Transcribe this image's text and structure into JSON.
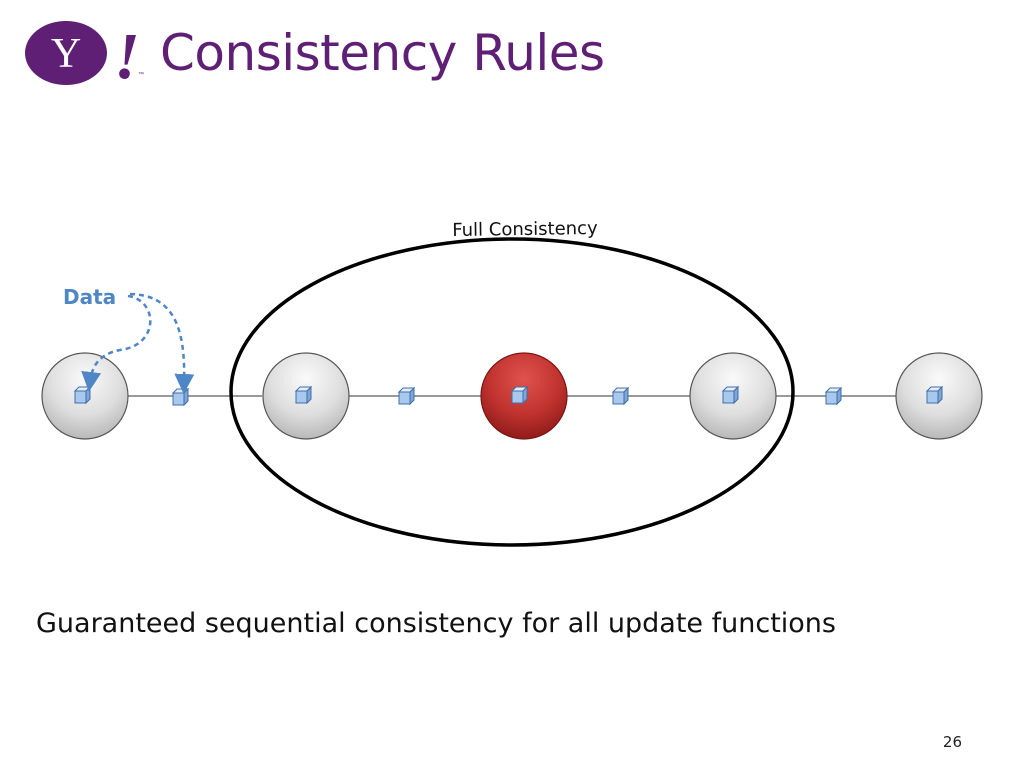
{
  "slide": {
    "title": "Consistency Rules",
    "caption": "Guaranteed sequential consistency for all update functions",
    "page_number": "26"
  },
  "logo": {
    "letter": "Y",
    "exclamation": "!",
    "trademark": "™"
  },
  "diagram": {
    "region_label": "Full Consistency",
    "data_label": "Data",
    "vertices": [
      {
        "id": "v1",
        "role": "neighbor"
      },
      {
        "id": "v2",
        "role": "neighbor"
      },
      {
        "id": "v3",
        "role": "center"
      },
      {
        "id": "v4",
        "role": "neighbor"
      },
      {
        "id": "v5",
        "role": "neighbor"
      }
    ],
    "edges": [
      {
        "id": "e1",
        "between": [
          "v1",
          "v2"
        ]
      },
      {
        "id": "e2",
        "between": [
          "v2",
          "v3"
        ]
      },
      {
        "id": "e3",
        "between": [
          "v3",
          "v4"
        ]
      },
      {
        "id": "e4",
        "between": [
          "v4",
          "v5"
        ]
      }
    ]
  },
  "colors": {
    "brand_purple": "#5f1f74",
    "data_label_blue": "#4f86c6",
    "center_vertex_red": "#c0322e",
    "vertex_gray": "#d8d8d8",
    "data_cube_blue": "#a9c8ee",
    "ellipse_stroke": "#000000"
  },
  "icons": {
    "logo": "yahoo-logo",
    "data_block": "cube-icon"
  }
}
